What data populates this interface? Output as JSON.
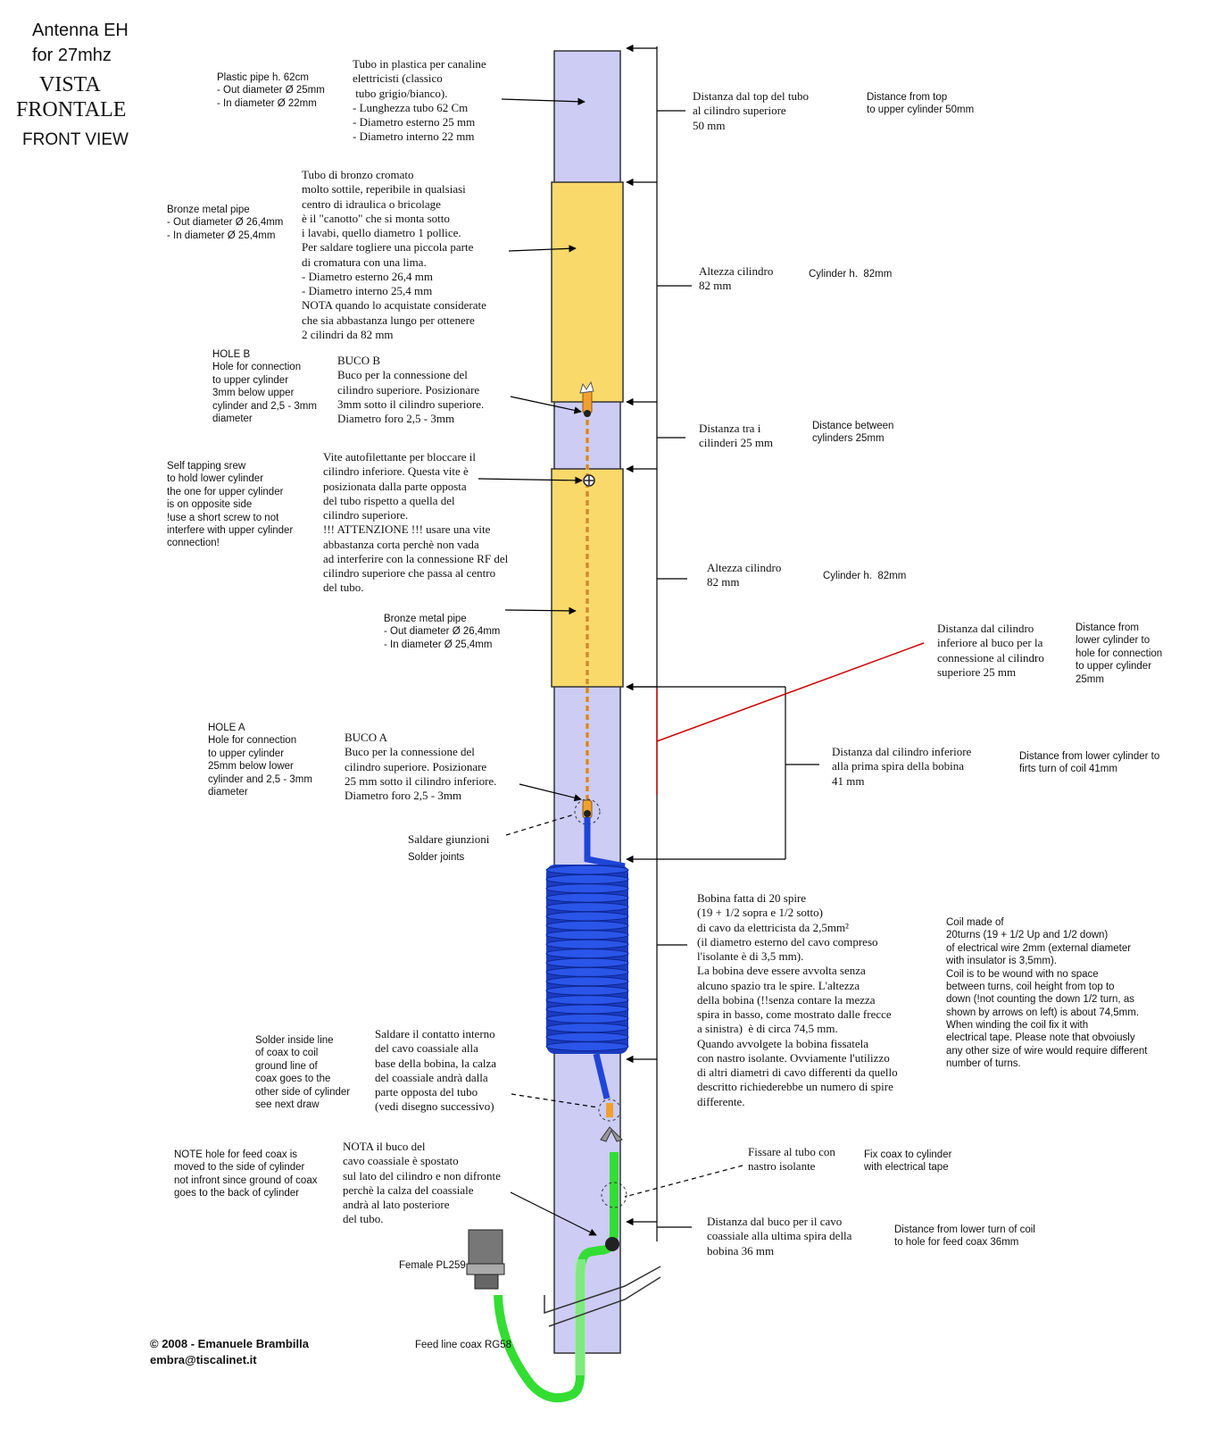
{
  "title": {
    "line1": "Antenna EH",
    "line2": "for 27mhz",
    "line3": "VISTA",
    "line4": "FRONTALE",
    "line5": "FRONT VIEW"
  },
  "colors": {
    "pipe": "#ccccf5",
    "cylinder": "#f9d96a",
    "coil": "#1f45d8",
    "coax": "#33dd33",
    "wire": "#f0a030",
    "dim_line": "#000000",
    "highlight_line": "#cc0000"
  },
  "labels": {
    "plastic_pipe_en": "Plastic pipe h. 62cm\n- Out diameter Ø 25mm\n- In diameter Ø 22mm",
    "plastic_pipe_it": "Tubo in plastica per canaline\nelettricisti (classico\n tubo grigio/bianco).\n- Lunghezza tubo 62 Cm\n- Diametro esterno 25 mm\n- Diametro interno 22 mm",
    "dist_top_it": "Distanza dal top del tubo\nal cilindro superiore\n50 mm",
    "dist_top_en": "Distance from top\nto upper cylinder 50mm",
    "bronze_upper_en": "Bronze metal pipe\n- Out diameter Ø 26,4mm\n- In diameter Ø 25,4mm",
    "bronze_upper_it": "Tubo di bronzo cromato\nmolto sottile, reperibile in qualsiasi\ncentro di idraulica o bricolage\nè il \"canotto\" che si monta sotto\ni lavabi, quello diametro 1 pollice.\nPer saldare togliere una piccola parte\ndi cromatura con una lima.\n- Diametro esterno 26,4 mm\n- Diametro interno 25,4 mm\nNOTA quando lo acquistate considerate\nche sia abbastanza lungo per ottenere\n2 cilindri da 82 mm",
    "cyl_height_it_1": "Altezza cilindro\n82 mm",
    "cyl_height_en_1": "Cylinder h.  82mm",
    "hole_b_en": "HOLE B\nHole for connection\nto upper cylinder\n3mm below upper\ncylinder and 2,5 - 3mm\ndiameter",
    "hole_b_it": "BUCO B\nBuco per la connessione del\ncilindro superiore. Posizionare\n3mm sotto il cilindro superiore.\nDiametro foro 2,5 - 3mm",
    "dist_between_it": "Distanza tra i\ncilinderi 25 mm",
    "dist_between_en": "Distance between\ncylinders 25mm",
    "screw_en": "Self tapping srew\nto hold lower cylinder\nthe one for upper cylinder\nis on opposite side\n!use a short screw to not\ninterfere with upper cylinder\nconnection!",
    "screw_it": "Vite autofilettante per bloccare il\ncilindro inferiore. Questa vite è\nposizionata dalla parte opposta\ndel tubo rispetto a quella del\ncilindro superiore.\n!!! ATTENZIONE !!! usare una vite\nabbastanza corta perchè non vada\nad interferire con la connessione RF del\ncilindro superiore che passa al centro\ndel tubo.",
    "cyl_height_it_2": "Altezza cilindro\n82 mm",
    "cyl_height_en_2": "Cylinder h.  82mm",
    "bronze_lower_en": "Bronze metal pipe\n- Out diameter Ø 26,4mm\n- In diameter Ø 25,4mm",
    "dist_lower_hole_it": "Distanza dal cilindro\ninferiore al buco per la\nconnessione al cilindro\nsuperiore 25 mm",
    "dist_lower_hole_en": "Distance from\nlower cylinder to\nhole for connection\nto upper cylinder\n25mm",
    "hole_a_en": "HOLE A\nHole for connection\nto upper cylinder\n25mm below lower\ncylinder and 2,5 - 3mm\ndiameter",
    "hole_a_it": "BUCO A\nBuco per la connessione del\ncilindro superiore. Posizionare\n25 mm sotto il cilindro inferiore.\nDiametro foro 2,5 - 3mm",
    "dist_coil_it": "Distanza dal cilindro inferiore\nalla prima spira della bobina\n41 mm",
    "dist_coil_en": "Distance from lower cylinder to\nfirts turn of coil 41mm",
    "solder_it": "Saldare giunzioni",
    "solder_en": "Solder joints",
    "coil_it": "Bobina fatta di 20 spire\n(19 + 1/2 sopra e 1/2 sotto)\ndi cavo da elettricista da 2,5mm²\n(il diametro esterno del cavo compreso\nl'isolante è di 3,5 mm).\nLa bobina deve essere avvolta senza\nalcuno spazio tra le spire. L'altezza\ndella bobina (!!senza contare la mezza\nspira in basso, come mostrato dalle frecce\na sinistra)  è di circa 74,5 mm.\nQuando avvolgete la bobina fissatela\ncon nastro isolante. Ovviamente l'utilizzo\ndi altri diametri di cavo differenti da quello\ndescritto richiederebbe un numero di spire\ndifferente.",
    "coil_en": "Coil made of\n20turns (19 + 1/2 Up and 1/2 down)\nof electrical wire 2mm (external diameter\nwith insulator is 3,5mm).\nCoil is to be wound with no space\nbetween turns, coil height from top to\ndown (!not counting the down 1/2 turn, as\nshown by arrows on left) is about 74,5mm.\nWhen winding the coil fix it with\nelectrical tape. Please note that obvoiusly\nany other size of wire would require different\nnumber of turns.",
    "solder_inside_en": "Solder inside line\nof coax to coil\nground line of\ncoax goes to the\nother side of cylinder\nsee next draw",
    "solder_inside_it": "Saldare il contatto interno\ndel cavo coassiale alla\nbase della bobina, la calza\ndel coassiale andrà dalla\nparte opposta del tubo\n(vedi disegno successivo)",
    "fix_tape_it": "Fissare al tubo con\nnastro isolante",
    "fix_tape_en": "Fix coax to cylinder\nwith electrical tape",
    "note_hole_en": "NOTE hole for feed coax is\nmoved to the side of cylinder\nnot infront since ground of coax\ngoes to the back of cylinder",
    "note_hole_it": "NOTA il buco del\ncavo coassiale è spostato\nsul lato del cilindro e non difronte\nperchè la calza del coassiale\nandrà al lato posteriore\ndel tubo.",
    "dist_feed_it": "Distanza dal buco per il cavo\ncoassiale alla ultima spira della\nbobina 36 mm",
    "dist_feed_en": "Distance from lower turn of coil\nto hole for feed coax 36mm",
    "female_pl259": "Female PL259",
    "feed_line": "Feed line coax RG58",
    "copyright_1": "© 2008 - Emanuele Brambilla",
    "copyright_2": "embra@tiscalinet.it"
  }
}
